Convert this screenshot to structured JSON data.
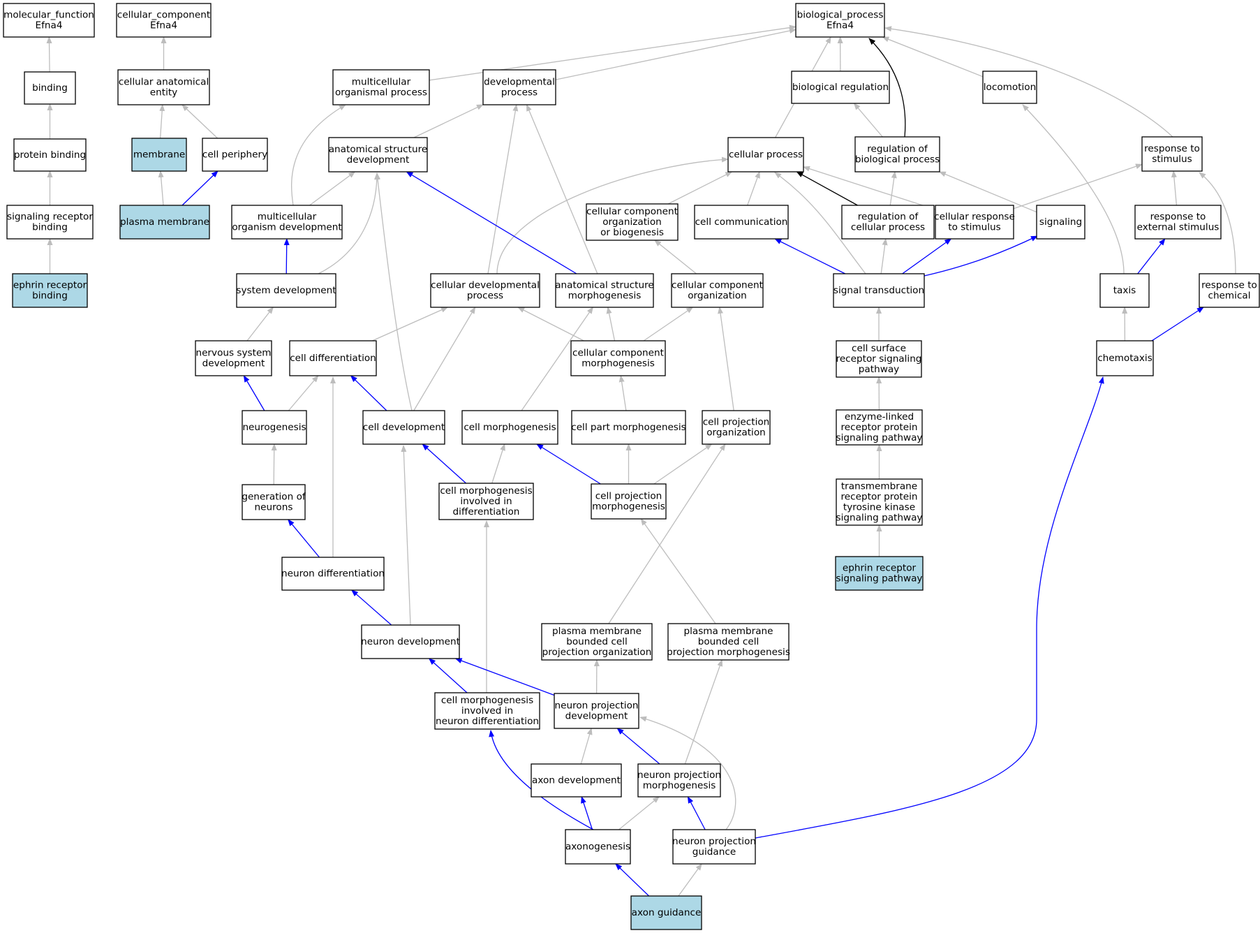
{
  "colors": {
    "highlight_fill": "#add8e6",
    "normal_fill": "#ffffff",
    "edge_gray": "#bdbdbd",
    "edge_blue": "#0000ff",
    "edge_black": "#000000"
  },
  "nodes": [
    {
      "id": "mf",
      "lines": [
        "molecular_function",
        "Efna4"
      ],
      "hl": false
    },
    {
      "id": "binding",
      "lines": [
        "binding"
      ],
      "hl": false
    },
    {
      "id": "protbind",
      "lines": [
        "protein binding"
      ],
      "hl": false
    },
    {
      "id": "sigrecbind",
      "lines": [
        "signaling receptor",
        "binding"
      ],
      "hl": false
    },
    {
      "id": "ephrecbind",
      "lines": [
        "ephrin receptor",
        "binding"
      ],
      "hl": true
    },
    {
      "id": "cc",
      "lines": [
        "cellular_component",
        "Efna4"
      ],
      "hl": false
    },
    {
      "id": "cae",
      "lines": [
        "cellular anatomical",
        "entity"
      ],
      "hl": false
    },
    {
      "id": "membrane",
      "lines": [
        "membrane"
      ],
      "hl": true
    },
    {
      "id": "cellperiph",
      "lines": [
        "cell periphery"
      ],
      "hl": false
    },
    {
      "id": "plasmamem",
      "lines": [
        "plasma membrane"
      ],
      "hl": true
    },
    {
      "id": "bp",
      "lines": [
        "biological_process",
        "Efna4"
      ],
      "hl": false
    },
    {
      "id": "mop",
      "lines": [
        "multicellular",
        "organismal process"
      ],
      "hl": false
    },
    {
      "id": "devproc",
      "lines": [
        "developmental",
        "process"
      ],
      "hl": false
    },
    {
      "id": "bioreg",
      "lines": [
        "biological regulation"
      ],
      "hl": false
    },
    {
      "id": "locomotion",
      "lines": [
        "locomotion"
      ],
      "hl": false
    },
    {
      "id": "asd",
      "lines": [
        "anatomical structure",
        "development"
      ],
      "hl": false
    },
    {
      "id": "cellproc",
      "lines": [
        "cellular process"
      ],
      "hl": false
    },
    {
      "id": "regbp",
      "lines": [
        "regulation of",
        "biological process"
      ],
      "hl": false
    },
    {
      "id": "resstim",
      "lines": [
        "response to",
        "stimulus"
      ],
      "hl": false
    },
    {
      "id": "mcodev",
      "lines": [
        "multicellular",
        "organism development"
      ],
      "hl": false
    },
    {
      "id": "ccob",
      "lines": [
        "cellular component",
        "organization",
        "or biogenesis"
      ],
      "hl": false
    },
    {
      "id": "cellcomm",
      "lines": [
        "cell communication"
      ],
      "hl": false
    },
    {
      "id": "regcp",
      "lines": [
        "regulation of",
        "cellular process"
      ],
      "hl": false
    },
    {
      "id": "cellresstim",
      "lines": [
        "cellular response",
        "to stimulus"
      ],
      "hl": false
    },
    {
      "id": "signaling",
      "lines": [
        "signaling"
      ],
      "hl": false
    },
    {
      "id": "resext",
      "lines": [
        "response to",
        "external stimulus"
      ],
      "hl": false
    },
    {
      "id": "sysdev",
      "lines": [
        "system development"
      ],
      "hl": false
    },
    {
      "id": "celldevproc",
      "lines": [
        "cellular developmental",
        "process"
      ],
      "hl": false
    },
    {
      "id": "asm",
      "lines": [
        "anatomical structure",
        "morphogenesis"
      ],
      "hl": false
    },
    {
      "id": "cco",
      "lines": [
        "cellular component",
        "organization"
      ],
      "hl": false
    },
    {
      "id": "sigtrans",
      "lines": [
        "signal transduction"
      ],
      "hl": false
    },
    {
      "id": "taxis",
      "lines": [
        "taxis"
      ],
      "hl": false
    },
    {
      "id": "reschem",
      "lines": [
        "response to",
        "chemical"
      ],
      "hl": false
    },
    {
      "id": "nsdev",
      "lines": [
        "nervous system",
        "development"
      ],
      "hl": false
    },
    {
      "id": "celldiff",
      "lines": [
        "cell differentiation"
      ],
      "hl": false
    },
    {
      "id": "ccm",
      "lines": [
        "cellular component",
        "morphogenesis"
      ],
      "hl": false
    },
    {
      "id": "csrsp",
      "lines": [
        "cell surface",
        "receptor signaling",
        "pathway"
      ],
      "hl": false
    },
    {
      "id": "chemotaxis",
      "lines": [
        "chemotaxis"
      ],
      "hl": false
    },
    {
      "id": "neurogenesis",
      "lines": [
        "neurogenesis"
      ],
      "hl": false
    },
    {
      "id": "celldev",
      "lines": [
        "cell development"
      ],
      "hl": false
    },
    {
      "id": "cellmorph",
      "lines": [
        "cell morphogenesis"
      ],
      "hl": false
    },
    {
      "id": "cpm",
      "lines": [
        "cell part morphogenesis"
      ],
      "hl": false
    },
    {
      "id": "cpo",
      "lines": [
        "cell projection",
        "organization"
      ],
      "hl": false
    },
    {
      "id": "elrpsp",
      "lines": [
        "enzyme-linked",
        "receptor protein",
        "signaling pathway"
      ],
      "hl": false
    },
    {
      "id": "genneur",
      "lines": [
        "generation of",
        "neurons"
      ],
      "hl": false
    },
    {
      "id": "cmid",
      "lines": [
        "cell morphogenesis",
        "involved in",
        "differentiation"
      ],
      "hl": false
    },
    {
      "id": "cprojm",
      "lines": [
        "cell projection",
        "morphogenesis"
      ],
      "hl": false
    },
    {
      "id": "tmrtk",
      "lines": [
        "transmembrane",
        "receptor protein",
        "tyrosine kinase",
        "signaling pathway"
      ],
      "hl": false
    },
    {
      "id": "neurdiff",
      "lines": [
        "neuron differentiation"
      ],
      "hl": false
    },
    {
      "id": "ephrsp",
      "lines": [
        "ephrin receptor",
        "signaling pathway"
      ],
      "hl": true
    },
    {
      "id": "neurdev",
      "lines": [
        "neuron development"
      ],
      "hl": false
    },
    {
      "id": "pmbcpo",
      "lines": [
        "plasma membrane",
        "bounded cell",
        "projection organization"
      ],
      "hl": false
    },
    {
      "id": "pmbcpm",
      "lines": [
        "plasma membrane",
        "bounded cell",
        "projection morphogenesis"
      ],
      "hl": false
    },
    {
      "id": "cmind",
      "lines": [
        "cell morphogenesis",
        "involved in",
        "neuron differentiation"
      ],
      "hl": false
    },
    {
      "id": "npd",
      "lines": [
        "neuron projection",
        "development"
      ],
      "hl": false
    },
    {
      "id": "axondev",
      "lines": [
        "axon development"
      ],
      "hl": false
    },
    {
      "id": "npm",
      "lines": [
        "neuron projection",
        "morphogenesis"
      ],
      "hl": false
    },
    {
      "id": "axonogenesis",
      "lines": [
        "axonogenesis"
      ],
      "hl": false
    },
    {
      "id": "npg",
      "lines": [
        "neuron projection",
        "guidance"
      ],
      "hl": false
    },
    {
      "id": "axonguid",
      "lines": [
        "axon guidance"
      ],
      "hl": true
    }
  ],
  "edges": [
    {
      "from": "binding",
      "to": "mf",
      "kind": "gray"
    },
    {
      "from": "protbind",
      "to": "binding",
      "kind": "gray"
    },
    {
      "from": "sigrecbind",
      "to": "protbind",
      "kind": "gray"
    },
    {
      "from": "ephrecbind",
      "to": "sigrecbind",
      "kind": "gray"
    },
    {
      "from": "cae",
      "to": "cc",
      "kind": "gray"
    },
    {
      "from": "membrane",
      "to": "cae",
      "kind": "gray"
    },
    {
      "from": "cellperiph",
      "to": "cae",
      "kind": "gray"
    },
    {
      "from": "plasmamem",
      "to": "membrane",
      "kind": "gray"
    },
    {
      "from": "plasmamem",
      "to": "cellperiph",
      "kind": "blue"
    },
    {
      "from": "mop",
      "to": "bp",
      "kind": "gray"
    },
    {
      "from": "devproc",
      "to": "bp",
      "kind": "gray"
    },
    {
      "from": "cellproc",
      "to": "bp",
      "kind": "gray"
    },
    {
      "from": "bioreg",
      "to": "bp",
      "kind": "gray"
    },
    {
      "from": "regbp",
      "to": "bp",
      "kind": "black"
    },
    {
      "from": "locomotion",
      "to": "bp",
      "kind": "gray"
    },
    {
      "from": "resstim",
      "to": "bp",
      "kind": "gray"
    },
    {
      "from": "asd",
      "to": "devproc",
      "kind": "gray"
    },
    {
      "from": "regbp",
      "to": "bioreg",
      "kind": "gray"
    },
    {
      "from": "mcodev",
      "to": "mop",
      "kind": "gray"
    },
    {
      "from": "mcodev",
      "to": "asd",
      "kind": "gray"
    },
    {
      "from": "sysdev",
      "to": "asd",
      "kind": "gray"
    },
    {
      "from": "sysdev",
      "to": "mcodev",
      "kind": "blue"
    },
    {
      "from": "celldevproc",
      "to": "devproc",
      "kind": "gray"
    },
    {
      "from": "celldevproc",
      "to": "cellproc",
      "kind": "gray"
    },
    {
      "from": "asm",
      "to": "devproc",
      "kind": "gray"
    },
    {
      "from": "asm",
      "to": "asd",
      "kind": "blue"
    },
    {
      "from": "ccob",
      "to": "cellproc",
      "kind": "gray"
    },
    {
      "from": "cellcomm",
      "to": "cellproc",
      "kind": "gray"
    },
    {
      "from": "regcp",
      "to": "cellproc",
      "kind": "black"
    },
    {
      "from": "regcp",
      "to": "regbp",
      "kind": "gray"
    },
    {
      "from": "cellresstim",
      "to": "cellproc",
      "kind": "gray"
    },
    {
      "from": "cellresstim",
      "to": "resstim",
      "kind": "gray"
    },
    {
      "from": "signaling",
      "to": "regbp",
      "kind": "gray"
    },
    {
      "from": "resext",
      "to": "resstim",
      "kind": "gray"
    },
    {
      "from": "cco",
      "to": "ccob",
      "kind": "gray"
    },
    {
      "from": "sigtrans",
      "to": "cellcomm",
      "kind": "blue"
    },
    {
      "from": "sigtrans",
      "to": "regcp",
      "kind": "gray"
    },
    {
      "from": "sigtrans",
      "to": "cellresstim",
      "kind": "blue"
    },
    {
      "from": "sigtrans",
      "to": "signaling",
      "kind": "blue"
    },
    {
      "from": "sigtrans",
      "to": "cellproc",
      "kind": "gray"
    },
    {
      "from": "taxis",
      "to": "locomotion",
      "kind": "gray"
    },
    {
      "from": "taxis",
      "to": "resext",
      "kind": "blue"
    },
    {
      "from": "reschem",
      "to": "resstim",
      "kind": "gray"
    },
    {
      "from": "nsdev",
      "to": "sysdev",
      "kind": "gray"
    },
    {
      "from": "celldiff",
      "to": "celldevproc",
      "kind": "gray"
    },
    {
      "from": "ccm",
      "to": "asm",
      "kind": "gray"
    },
    {
      "from": "ccm",
      "to": "cco",
      "kind": "gray"
    },
    {
      "from": "ccm",
      "to": "celldevproc",
      "kind": "gray"
    },
    {
      "from": "csrsp",
      "to": "sigtrans",
      "kind": "gray"
    },
    {
      "from": "chemotaxis",
      "to": "taxis",
      "kind": "gray"
    },
    {
      "from": "chemotaxis",
      "to": "reschem",
      "kind": "blue"
    },
    {
      "from": "neurogenesis",
      "to": "nsdev",
      "kind": "blue"
    },
    {
      "from": "neurogenesis",
      "to": "celldiff",
      "kind": "gray"
    },
    {
      "from": "celldev",
      "to": "celldiff",
      "kind": "blue"
    },
    {
      "from": "celldev",
      "to": "celldevproc",
      "kind": "gray"
    },
    {
      "from": "celldev",
      "to": "asd",
      "kind": "gray"
    },
    {
      "from": "cellmorph",
      "to": "asm",
      "kind": "gray"
    },
    {
      "from": "cpm",
      "to": "ccm",
      "kind": "gray"
    },
    {
      "from": "cpo",
      "to": "cco",
      "kind": "gray"
    },
    {
      "from": "elrpsp",
      "to": "csrsp",
      "kind": "gray"
    },
    {
      "from": "genneur",
      "to": "neurogenesis",
      "kind": "gray"
    },
    {
      "from": "cmid",
      "to": "celldev",
      "kind": "blue"
    },
    {
      "from": "cmid",
      "to": "cellmorph",
      "kind": "gray"
    },
    {
      "from": "cprojm",
      "to": "cellmorph",
      "kind": "blue"
    },
    {
      "from": "cprojm",
      "to": "cpm",
      "kind": "gray"
    },
    {
      "from": "cprojm",
      "to": "cpo",
      "kind": "gray"
    },
    {
      "from": "tmrtk",
      "to": "elrpsp",
      "kind": "gray"
    },
    {
      "from": "neurdiff",
      "to": "genneur",
      "kind": "blue"
    },
    {
      "from": "neurdiff",
      "to": "celldiff",
      "kind": "gray"
    },
    {
      "from": "ephrsp",
      "to": "tmrtk",
      "kind": "gray"
    },
    {
      "from": "neurdev",
      "to": "neurdiff",
      "kind": "blue"
    },
    {
      "from": "neurdev",
      "to": "celldev",
      "kind": "gray"
    },
    {
      "from": "pmbcpo",
      "to": "cpo",
      "kind": "gray"
    },
    {
      "from": "pmbcpm",
      "to": "cprojm",
      "kind": "gray"
    },
    {
      "from": "cmind",
      "to": "neurdev",
      "kind": "blue"
    },
    {
      "from": "cmind",
      "to": "cmid",
      "kind": "gray"
    },
    {
      "from": "npd",
      "to": "neurdev",
      "kind": "blue"
    },
    {
      "from": "npd",
      "to": "pmbcpo",
      "kind": "gray"
    },
    {
      "from": "axondev",
      "to": "npd",
      "kind": "gray"
    },
    {
      "from": "npm",
      "to": "npd",
      "kind": "blue"
    },
    {
      "from": "npm",
      "to": "pmbcpm",
      "kind": "gray"
    },
    {
      "from": "axonogenesis",
      "to": "cmind",
      "kind": "blue"
    },
    {
      "from": "axonogenesis",
      "to": "axondev",
      "kind": "blue"
    },
    {
      "from": "axonogenesis",
      "to": "npm",
      "kind": "gray"
    },
    {
      "from": "npg",
      "to": "npm",
      "kind": "blue"
    },
    {
      "from": "npg",
      "to": "npd",
      "kind": "gray"
    },
    {
      "from": "npg",
      "to": "chemotaxis",
      "kind": "blue"
    },
    {
      "from": "axonguid",
      "to": "axonogenesis",
      "kind": "blue"
    },
    {
      "from": "axonguid",
      "to": "npg",
      "kind": "gray"
    }
  ]
}
